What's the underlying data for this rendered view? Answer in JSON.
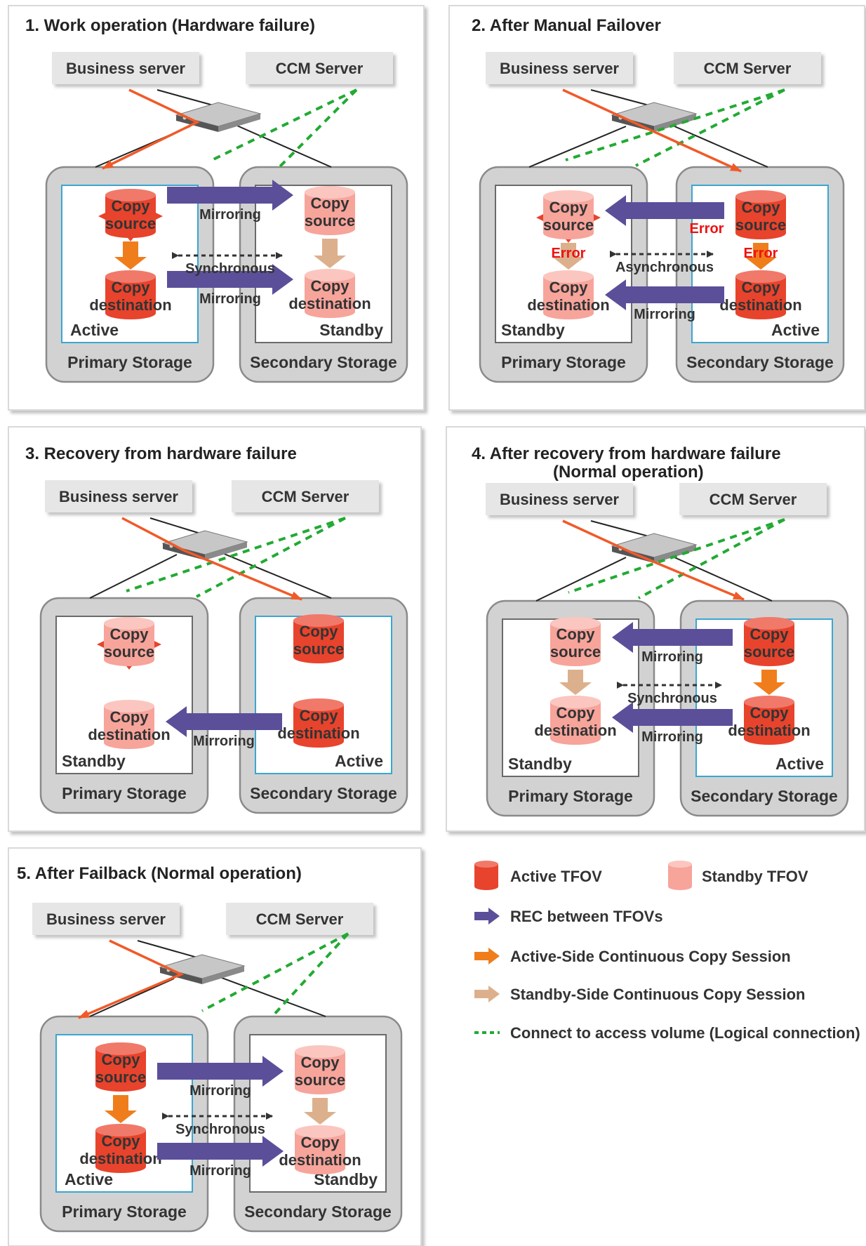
{
  "colors": {
    "active_volume": "#e8432c",
    "standby_volume": "#f7a49b",
    "rec_arrow": "#5b4f9a",
    "active_session": "#f07d1c",
    "standby_session": "#dcb08c",
    "logical_connection": "#22aa33",
    "physical_connection_active": "#f05a28",
    "error_text": "#ee1111",
    "active_frame": "#3aa6d1"
  },
  "panels": [
    {
      "title": "1. Work operation (Hardware failure)",
      "business_server": "Business server",
      "ccm_server": "CCM Server",
      "primary": {
        "name": "Primary Storage",
        "state": "Active",
        "source": {
          "line1": "Copy",
          "line2": "source",
          "role": "active",
          "failed": true
        },
        "dest": {
          "line1": "Copy",
          "line2": "destination",
          "role": "active"
        },
        "session": "active",
        "session_error": ""
      },
      "secondary": {
        "name": "Secondary Storage",
        "state": "Standby",
        "source": {
          "line1": "Copy",
          "line2": "source",
          "role": "standby",
          "failed": false
        },
        "dest": {
          "line1": "Copy",
          "line2": "destination",
          "role": "standby"
        },
        "session": "standby",
        "session_error": ""
      },
      "mirror_top": {
        "label": "Mirroring",
        "direction": "to-secondary",
        "error": ""
      },
      "mirror_bottom": {
        "label": "Mirroring",
        "direction": "to-secondary"
      },
      "sync_label": "Synchronous"
    },
    {
      "title": "2. After Manual Failover",
      "business_server": "Business server",
      "ccm_server": "CCM Server",
      "primary": {
        "name": "Primary Storage",
        "state": "Standby",
        "source": {
          "line1": "Copy",
          "line2": "source",
          "role": "standby",
          "failed": true
        },
        "dest": {
          "line1": "Copy",
          "line2": "destination",
          "role": "standby"
        },
        "session": "standby",
        "session_error": "Error"
      },
      "secondary": {
        "name": "Secondary Storage",
        "state": "Active",
        "source": {
          "line1": "Copy",
          "line2": "source",
          "role": "active",
          "failed": false
        },
        "dest": {
          "line1": "Copy",
          "line2": "destination",
          "role": "active"
        },
        "session": "active",
        "session_error": "Error"
      },
      "mirror_top": {
        "label": "",
        "direction": "to-primary",
        "error": "Error"
      },
      "mirror_bottom": {
        "label": "Mirroring",
        "direction": "to-primary"
      },
      "sync_label": "Asynchronous"
    },
    {
      "title": "3. Recovery from hardware failure",
      "business_server": "Business server",
      "ccm_server": "CCM Server",
      "primary": {
        "name": "Primary Storage",
        "state": "Standby",
        "source": {
          "line1": "Copy",
          "line2": "source",
          "role": "standby",
          "failed": true
        },
        "dest": {
          "line1": "Copy",
          "line2": "destination",
          "role": "standby"
        }
      },
      "secondary": {
        "name": "Secondary Storage",
        "state": "Active",
        "source": {
          "line1": "Copy",
          "line2": "source",
          "role": "active",
          "failed": false
        },
        "dest": {
          "line1": "Copy",
          "line2": "destination",
          "role": "active"
        }
      },
      "mirror_bottom": {
        "label": "Mirroring",
        "direction": "to-primary"
      }
    },
    {
      "title": "4. After recovery from hardware failure",
      "subtitle": "(Normal operation)",
      "business_server": "Business server",
      "ccm_server": "CCM Server",
      "primary": {
        "name": "Primary Storage",
        "state": "Standby",
        "source": {
          "line1": "Copy",
          "line2": "source",
          "role": "standby",
          "failed": false
        },
        "dest": {
          "line1": "Copy",
          "line2": "destination",
          "role": "standby"
        },
        "session": "standby",
        "session_error": ""
      },
      "secondary": {
        "name": "Secondary Storage",
        "state": "Active",
        "source": {
          "line1": "Copy",
          "line2": "source",
          "role": "active",
          "failed": false
        },
        "dest": {
          "line1": "Copy",
          "line2": "destination",
          "role": "active"
        },
        "session": "active",
        "session_error": ""
      },
      "mirror_top": {
        "label": "Mirroring",
        "direction": "to-primary",
        "error": ""
      },
      "mirror_bottom": {
        "label": "Mirroring",
        "direction": "to-primary"
      },
      "sync_label": "Synchronous"
    },
    {
      "title": "5. After Failback (Normal operation)",
      "business_server": "Business server",
      "ccm_server": "CCM Server",
      "primary": {
        "name": "Primary Storage",
        "state": "Active",
        "source": {
          "line1": "Copy",
          "line2": "source",
          "role": "active",
          "failed": false
        },
        "dest": {
          "line1": "Copy",
          "line2": "destination",
          "role": "active"
        },
        "session": "active",
        "session_error": ""
      },
      "secondary": {
        "name": "Secondary Storage",
        "state": "Standby",
        "source": {
          "line1": "Copy",
          "line2": "source",
          "role": "standby",
          "failed": false
        },
        "dest": {
          "line1": "Copy",
          "line2": "destination",
          "role": "standby"
        },
        "session": "standby",
        "session_error": ""
      },
      "mirror_top": {
        "label": "Mirroring",
        "direction": "to-secondary",
        "error": ""
      },
      "mirror_bottom": {
        "label": "Mirroring",
        "direction": "to-secondary"
      },
      "sync_label": "Synchronous"
    }
  ],
  "legend": [
    {
      "type": "active-volume",
      "label": "Active TFOV"
    },
    {
      "type": "standby-volume",
      "label": "Standby TFOV"
    },
    {
      "type": "rec-arrow",
      "label": "REC between TFOVs"
    },
    {
      "type": "active-session",
      "label": "Active-Side Continuous Copy Session"
    },
    {
      "type": "standby-session",
      "label": "Standby-Side Continuous Copy Session"
    },
    {
      "type": "logical-connection",
      "label": "Connect to access volume (Logical connection)"
    }
  ]
}
